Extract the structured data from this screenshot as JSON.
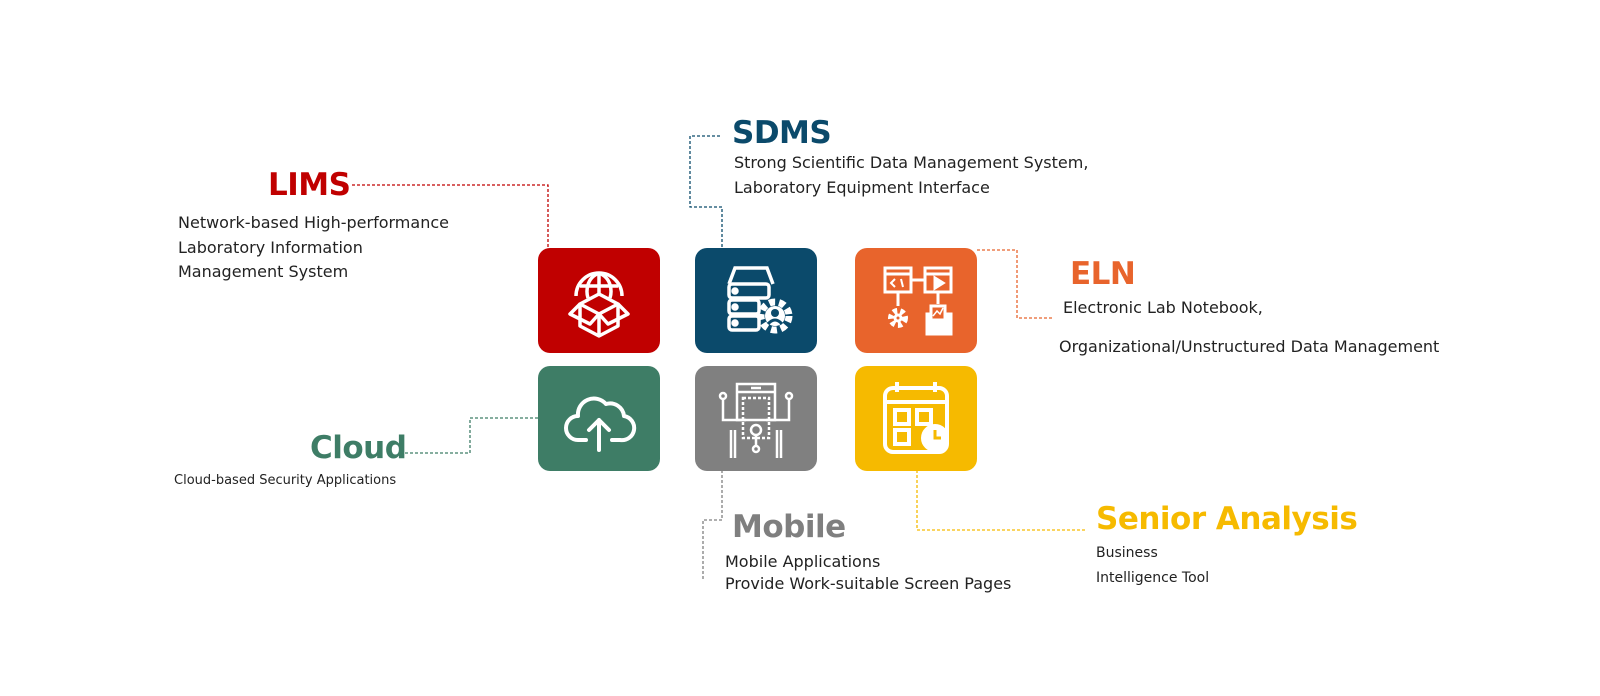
{
  "colors": {
    "lims": "#c00000",
    "sdms": "#0b4a6b",
    "eln": "#e8642c",
    "cloud": "#3e7d66",
    "mobile": "#7f7f7f",
    "senior": "#f6ba00"
  },
  "modules": {
    "lims": {
      "title": "LIMS",
      "desc": [
        "Network-based High-performance",
        "Laboratory Information",
        "Management System"
      ],
      "icon": "globe-box-icon"
    },
    "sdms": {
      "title": "SDMS",
      "desc": [
        "Strong Scientific Data Management System,",
        "Laboratory Equipment Interface"
      ],
      "icon": "server-gear-icon"
    },
    "eln": {
      "title": "ELN",
      "desc": [
        "Electronic Lab Notebook,",
        "Organizational/Unstructured Data Management"
      ],
      "icon": "workflow-icon"
    },
    "cloud": {
      "title": "Cloud",
      "desc": [
        "Cloud-based Security Applications"
      ],
      "icon": "cloud-upload-icon"
    },
    "mobile": {
      "title": "Mobile",
      "desc": [
        "Mobile Applications",
        "Provide Work-suitable Screen Pages"
      ],
      "icon": "circuit-device-icon"
    },
    "senior": {
      "title": "Senior Analysis",
      "desc": [
        "Business",
        "Intelligence Tool"
      ],
      "icon": "calendar-dashboard-icon"
    }
  }
}
